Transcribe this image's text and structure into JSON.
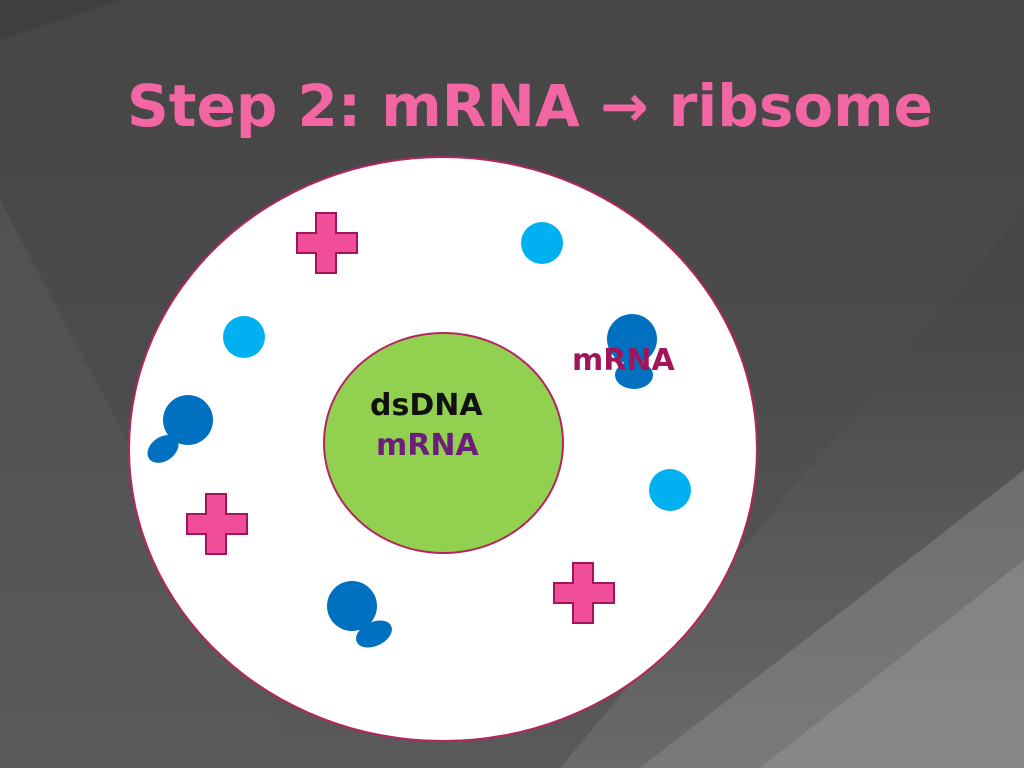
{
  "slide": {
    "title": "Step 2: mRNA → ribsome"
  },
  "diagram": {
    "nucleus_labels": [
      "dsDNA",
      "mRNA"
    ],
    "cytoplasm_label": "mRNA",
    "colors": {
      "title": "#f266a3",
      "cell_fill": "#ffffff",
      "cell_border": "#b5245e",
      "nucleus_fill": "#92d050",
      "cross": "#f04e98",
      "cross_border": "#a3155b",
      "light_dot": "#00b0f0",
      "ribosome": "#0070c0",
      "label_dark": "#111111",
      "label_purple": "#6b1f7a",
      "label_magenta": "#a3155b"
    },
    "icons": [
      "plus-icon",
      "circle-icon",
      "ribosome-icon"
    ]
  }
}
